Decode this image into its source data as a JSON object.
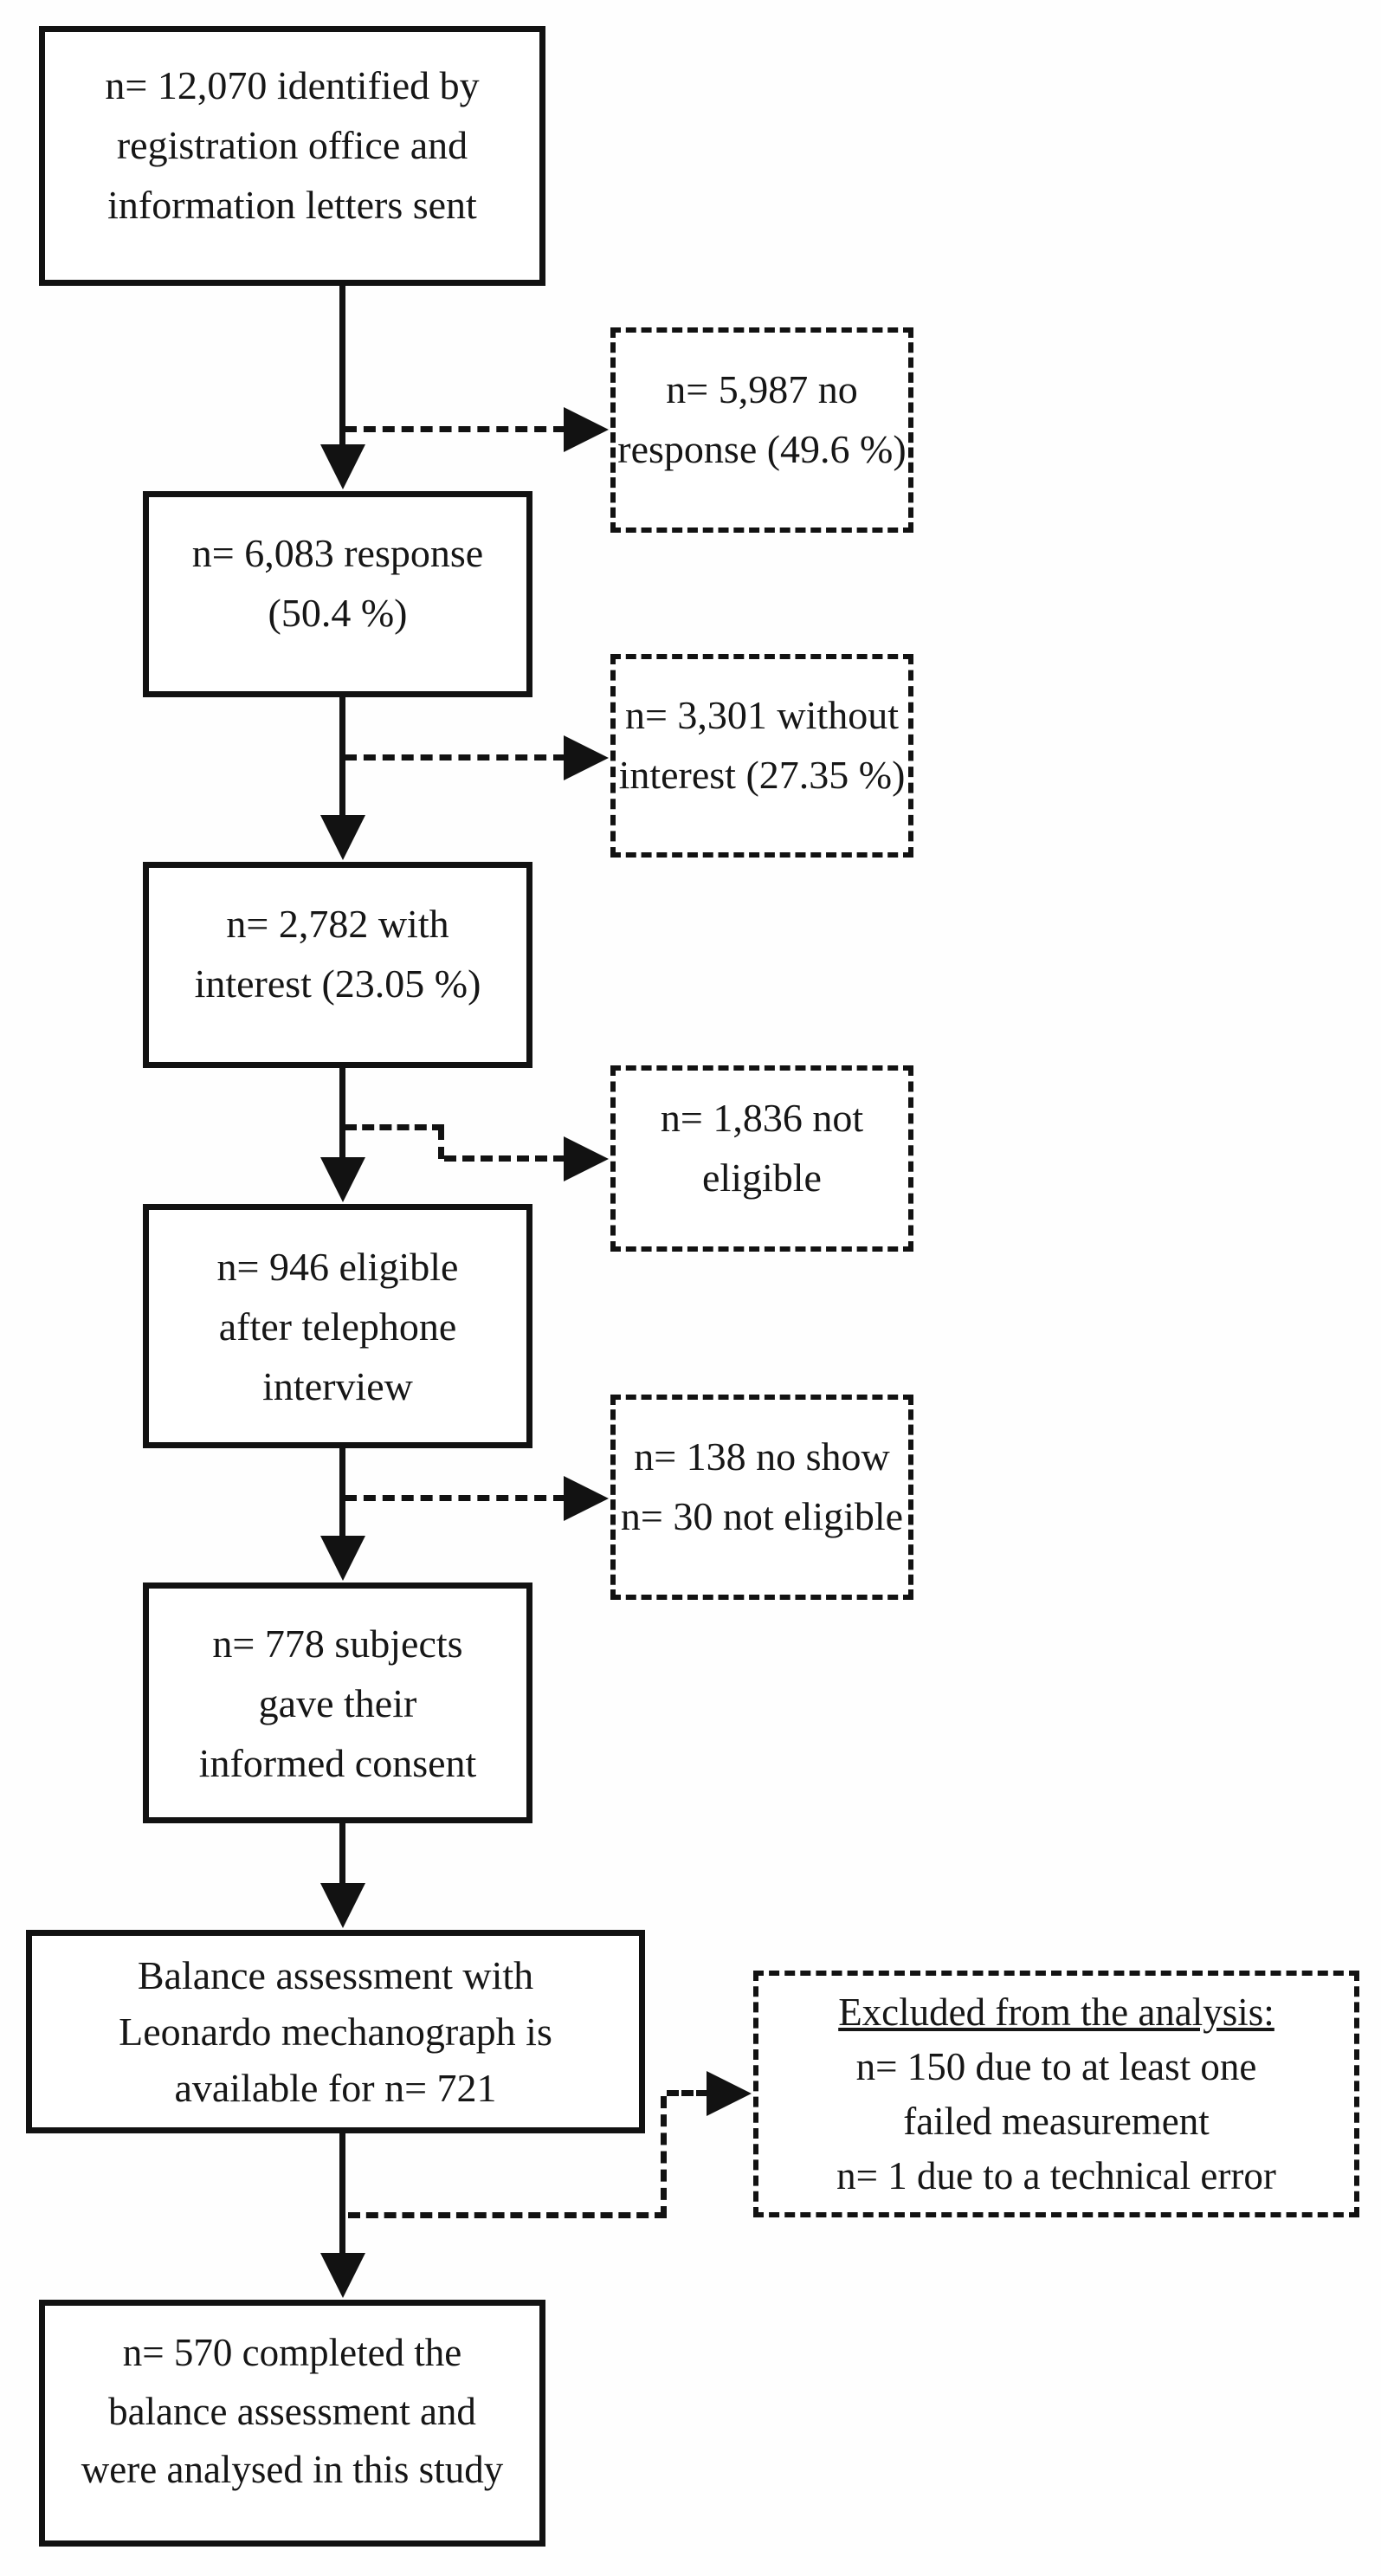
{
  "diagram": {
    "type": "participant-flow-chart",
    "colors": {
      "line": "#121212",
      "background": "#ffffff",
      "text": "#161616"
    },
    "main_boxes": [
      {
        "id": "identified",
        "lines": [
          "n= 12,070 identified by",
          "registration office and",
          "information letters sent"
        ]
      },
      {
        "id": "response",
        "lines": [
          "n= 6,083 response",
          "(50.4 %)"
        ]
      },
      {
        "id": "with-interest",
        "lines": [
          "n= 2,782 with",
          "interest (23.05 %)"
        ]
      },
      {
        "id": "eligible",
        "lines": [
          "n= 946 eligible",
          "after telephone",
          "interview"
        ]
      },
      {
        "id": "consent",
        "lines": [
          "n= 778 subjects",
          "gave their",
          "informed consent"
        ]
      },
      {
        "id": "balance-available",
        "lines": [
          "Balance assessment with",
          "Leonardo mechanograph is",
          "available for n= 721"
        ]
      },
      {
        "id": "analysed",
        "lines": [
          "n= 570 completed the",
          "balance assessment and",
          "were analysed in this study"
        ]
      }
    ],
    "side_boxes": [
      {
        "id": "no-response",
        "lines": [
          "n= 5,987 no",
          "response (49.6 %)"
        ]
      },
      {
        "id": "without-interest",
        "lines": [
          "n= 3,301 without",
          "interest (27.35 %)"
        ]
      },
      {
        "id": "not-eligible",
        "lines": [
          "n= 1,836 not",
          "eligible"
        ]
      },
      {
        "id": "no-show",
        "lines": [
          "n= 138 no show",
          "n= 30 not eligible"
        ]
      },
      {
        "id": "excluded",
        "heading": "Excluded from the analysis:",
        "lines": [
          "n= 150 due to at least one",
          "failed measurement",
          "n= 1 due to a technical error"
        ]
      }
    ]
  }
}
